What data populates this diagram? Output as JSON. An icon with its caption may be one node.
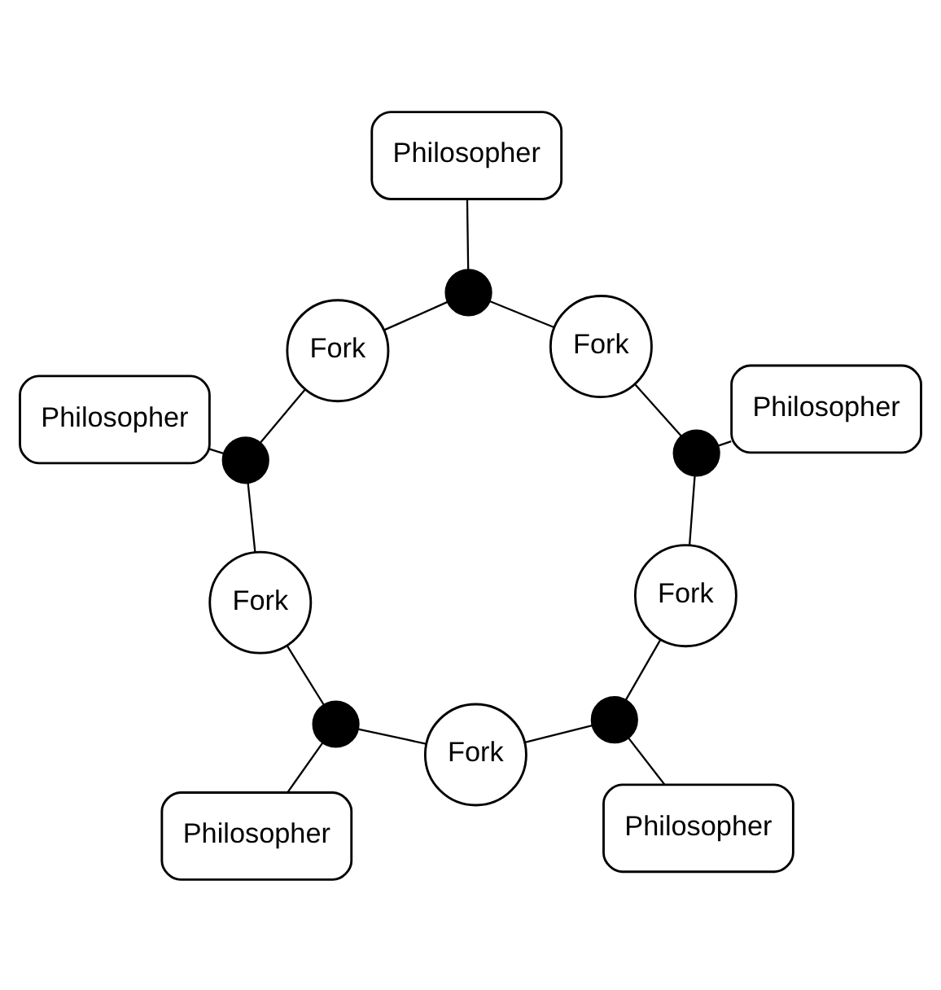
{
  "diagram": {
    "nodes": [
      {
        "text": [
          "Fork"
        ]
      },
      {
        "text": [
          "Philosopher"
        ]
      },
      {
        "text": [
          "Fork"
        ]
      },
      {
        "text": [],
        "shape": "circle"
      },
      {
        "text": [
          "Philosopher"
        ]
      },
      {
        "text": [],
        "shape": "circle"
      },
      {
        "text": [],
        "shape": "circle"
      },
      {
        "text": [
          "Philosopher"
        ]
      },
      {
        "text": [
          "Fork"
        ]
      },
      {
        "text": [],
        "shape": "circle"
      },
      {
        "text": [],
        "shape": "circle"
      },
      {
        "text": [
          "Fork"
        ]
      },
      {
        "text": [
          "Philosopher"
        ]
      },
      {
        "text": [
          "Fork"
        ]
      },
      {
        "text": [
          "Philosopher"
        ]
      }
    ],
    "edges": [
      {
        "from": 3,
        "to": 1,
        "arrow": "none"
      },
      {
        "from": 3,
        "to": 0,
        "arrow": "none"
      },
      {
        "from": 3,
        "to": 2,
        "arrow": "none"
      },
      {
        "from": 5,
        "to": 0,
        "arrow": "none"
      },
      {
        "from": 5,
        "to": 4,
        "arrow": "none"
      },
      {
        "from": 5,
        "to": 8,
        "arrow": "none"
      },
      {
        "from": 6,
        "to": 2,
        "arrow": "none"
      },
      {
        "from": 6,
        "to": 7,
        "arrow": "none"
      },
      {
        "from": 6,
        "to": 11,
        "arrow": "none"
      },
      {
        "from": 9,
        "to": 8,
        "arrow": "none"
      },
      {
        "from": 9,
        "to": 12,
        "arrow": "none"
      },
      {
        "from": 9,
        "to": 13,
        "arrow": "none"
      },
      {
        "from": 10,
        "to": 13,
        "arrow": "none"
      },
      {
        "from": 10,
        "to": 14,
        "arrow": "none"
      },
      {
        "from": 10,
        "to": 11,
        "arrow": "none"
      }
    ]
  }
}
